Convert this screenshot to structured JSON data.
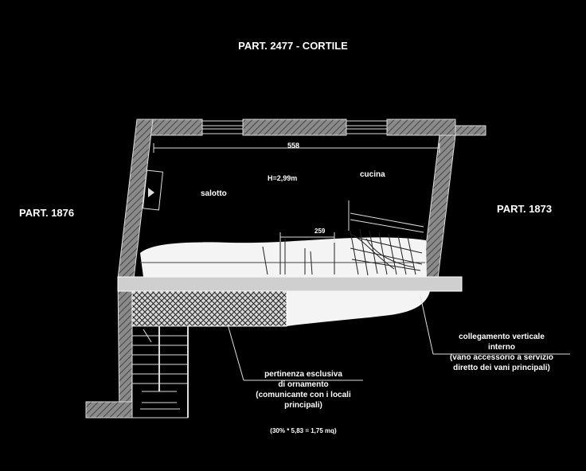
{
  "title": "PART. 2477 - CORTILE",
  "left_label": "PART. 1876",
  "right_label": "PART. 1873",
  "rooms": {
    "salotto": "salotto",
    "cucina": "cucina",
    "height": "H=2,99m"
  },
  "dimensions": {
    "width": "558",
    "small": "259"
  },
  "note_pertinenza": {
    "lines": [
      "pertinenza esclusiva",
      "di ornamento",
      "(comunicante con i locali",
      "principali)"
    ],
    "formula": "(30% * 5,83 = 1,75 mq)"
  },
  "note_collegamento": {
    "lines": [
      "collegamento verticale",
      "interno",
      "(vano accessorio a servizio",
      "diretto dei vani principali)"
    ]
  },
  "colors": {
    "background": "#000000",
    "ink": "#ffffff",
    "wall": "#7a7a7a"
  }
}
